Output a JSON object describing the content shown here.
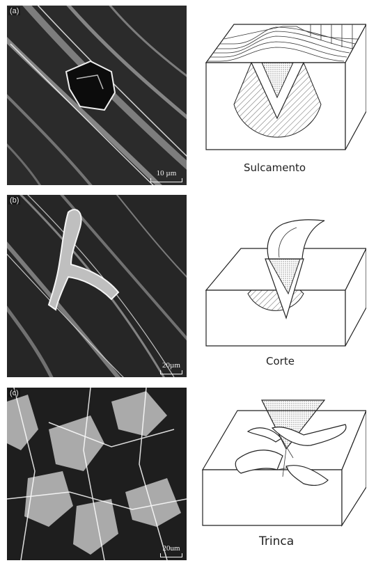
{
  "panels": [
    {
      "letter": "(a)",
      "scale_label": "10 µm",
      "caption": "Sulcamento"
    },
    {
      "letter": "(b)",
      "scale_label": "20µm",
      "caption": "Corte"
    },
    {
      "letter": "(c)",
      "scale_label": "20um",
      "caption": "Trinca"
    }
  ],
  "colors": {
    "photo_dark": "#1a1a1a",
    "photo_light": "#dcdcdc",
    "ink": "#222222",
    "chip": "#bdbdbd"
  }
}
